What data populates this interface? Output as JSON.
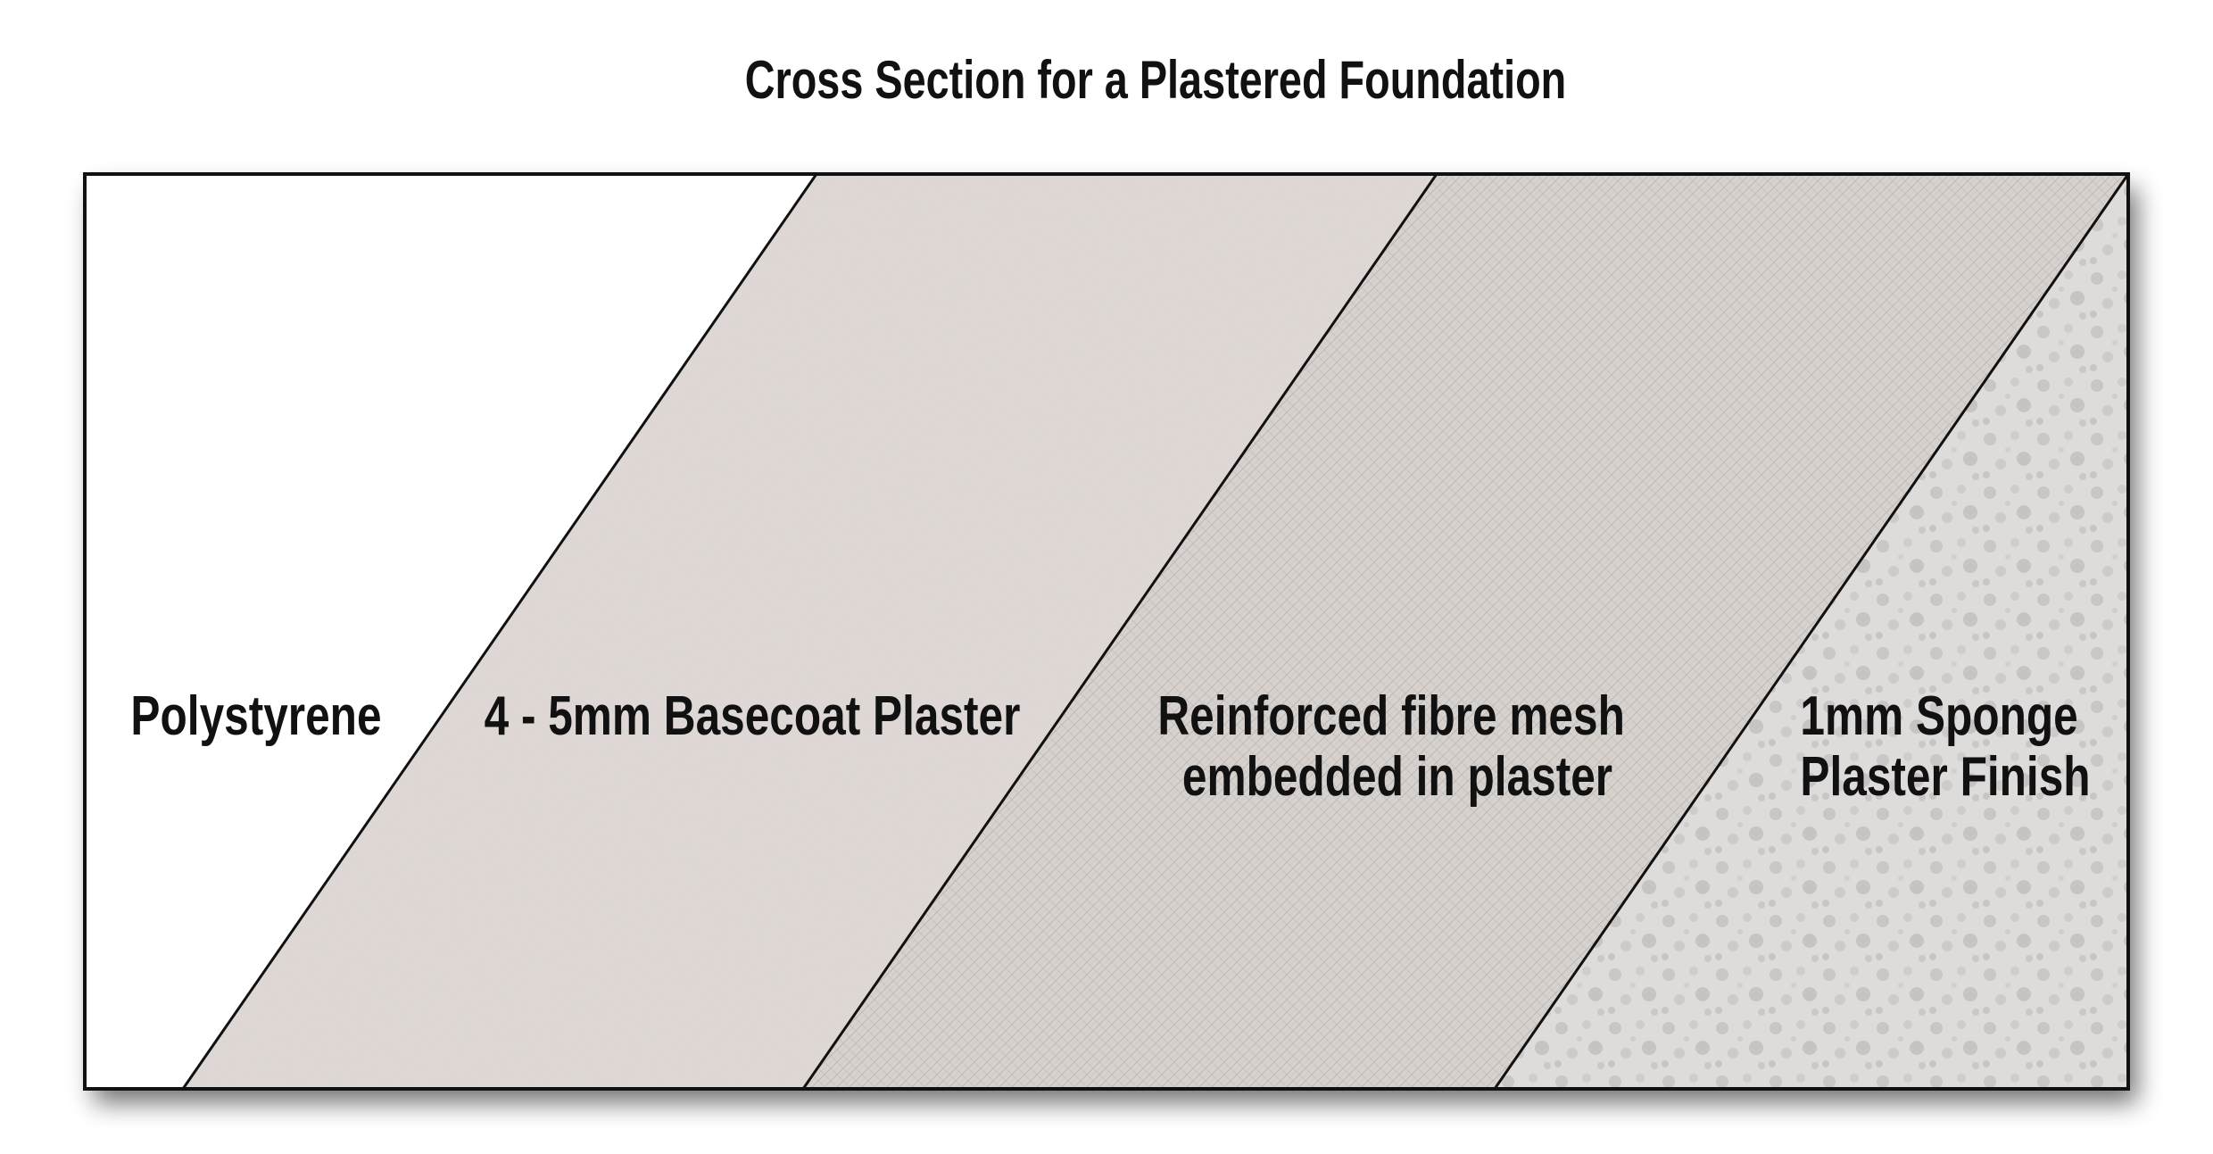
{
  "title": "Cross Section for a Plastered Foundation",
  "layers": [
    {
      "id": "polystyrene",
      "lines": [
        "Polystyrene"
      ],
      "fill": "#ffffff"
    },
    {
      "id": "basecoat",
      "lines": [
        "4 - 5mm Basecoat Plaster"
      ],
      "fill": "#e3ddda"
    },
    {
      "id": "mesh",
      "lines": [
        "Reinforced fibre mesh",
        "embedded in plaster"
      ],
      "fill": "#d6d0cc"
    },
    {
      "id": "finish",
      "lines": [
        "1mm Sponge",
        "Plaster Finish"
      ],
      "fill": "#dcdad9"
    }
  ]
}
